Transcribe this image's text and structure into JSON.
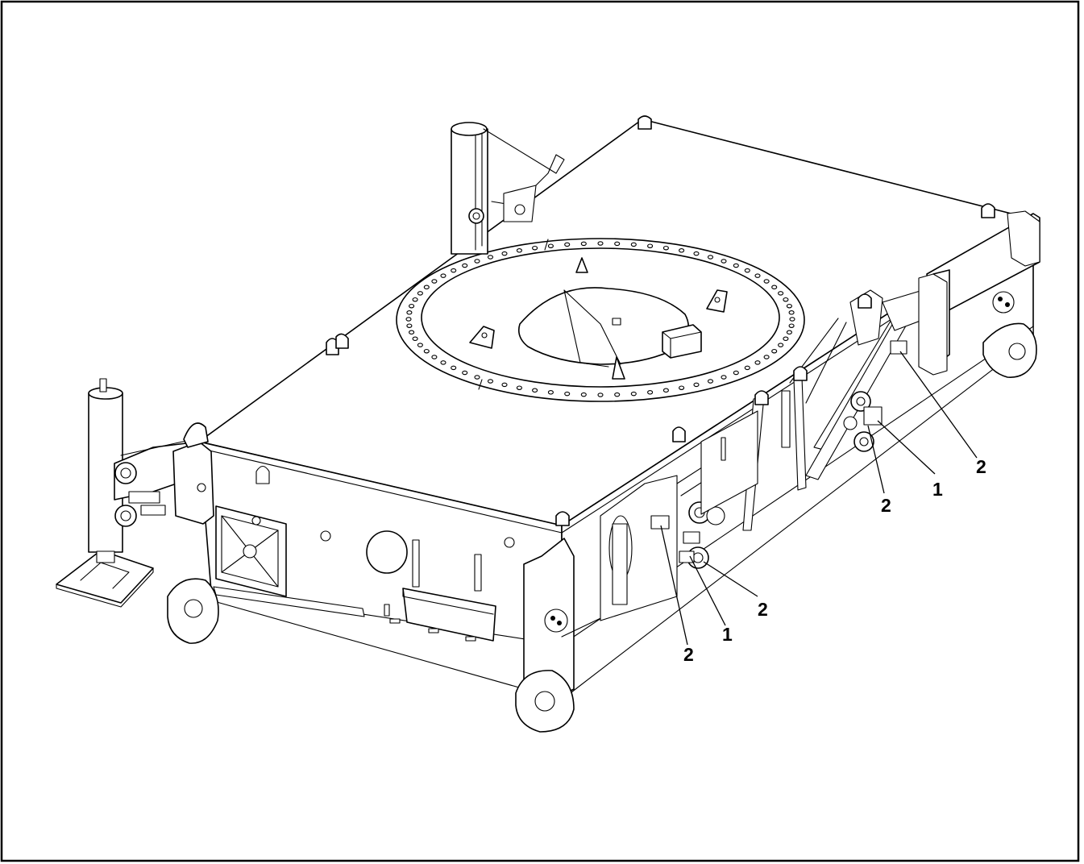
{
  "callouts": [
    {
      "id": "c1",
      "label": "2"
    },
    {
      "id": "c2",
      "label": "1"
    },
    {
      "id": "c3",
      "label": "2"
    },
    {
      "id": "c4",
      "label": "2"
    },
    {
      "id": "c5",
      "label": "1"
    },
    {
      "id": "c6",
      "label": "2"
    }
  ],
  "colors": {
    "line": "#000000",
    "background": "#ffffff"
  }
}
